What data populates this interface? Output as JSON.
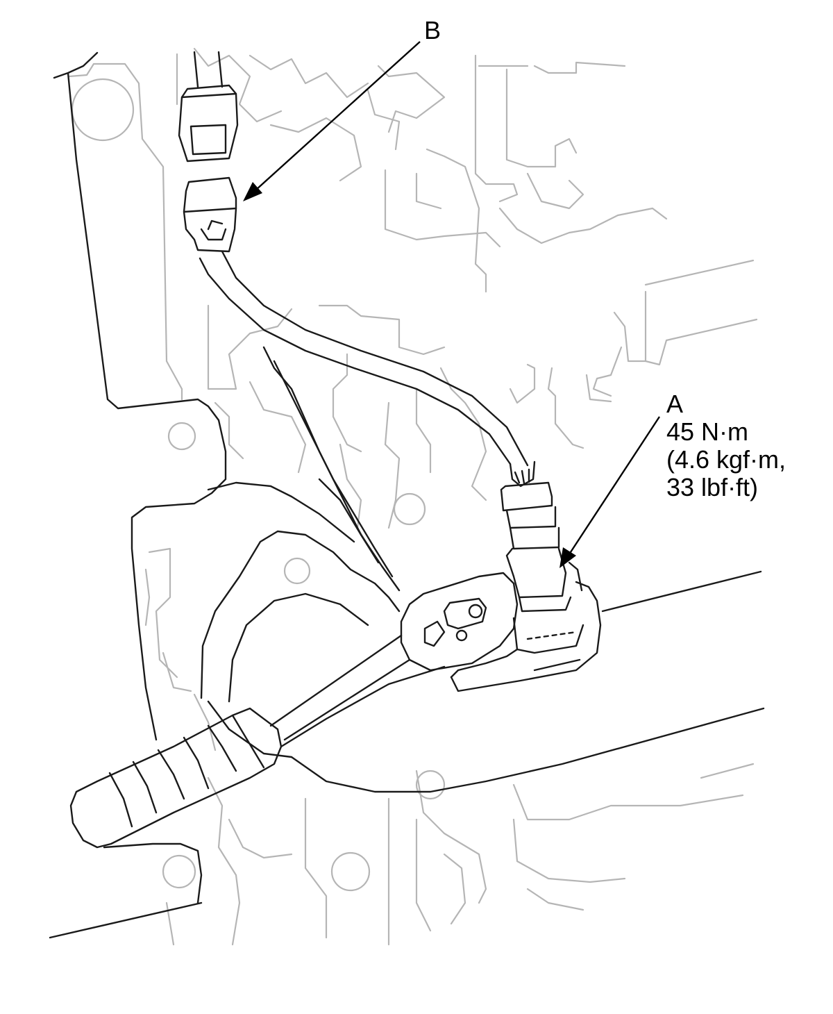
{
  "callouts": {
    "b": {
      "letter": "B"
    },
    "a": {
      "letter": "A",
      "torque_line1": "45 N·m",
      "torque_line2": "(4.6 kgf·m,",
      "torque_line3": "33 lbf·ft)"
    }
  },
  "colors": {
    "foreground_ink": "#1a1a1a",
    "background_ink": "#b5b5b5",
    "paper": "#ffffff"
  }
}
